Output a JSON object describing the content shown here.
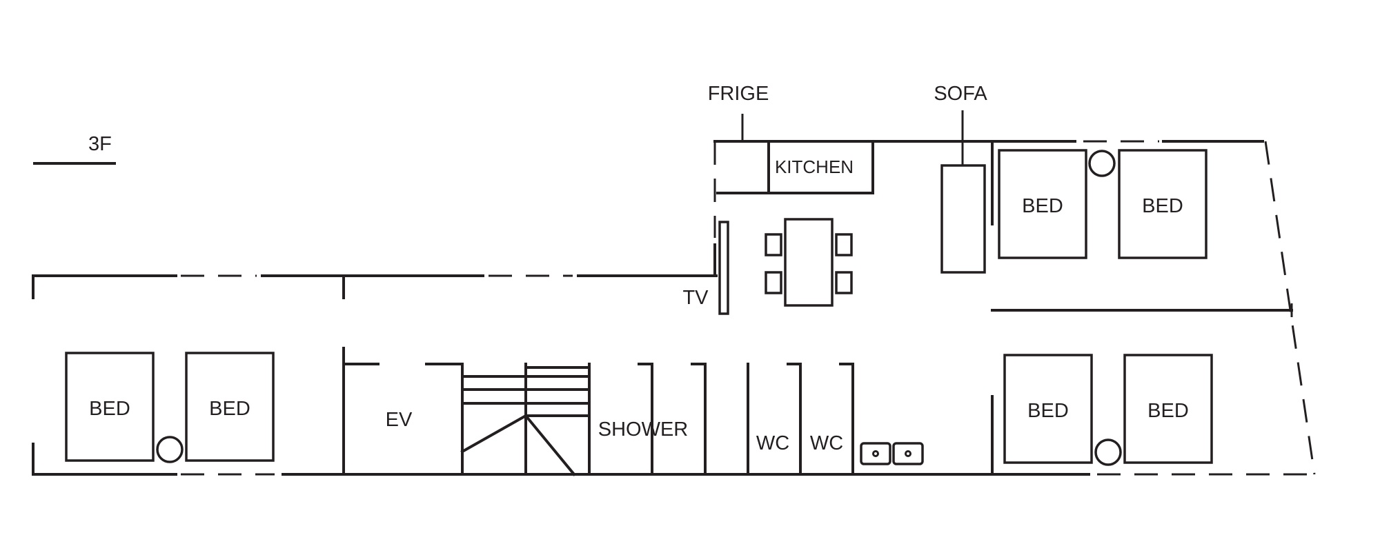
{
  "floor_label": "3F",
  "labels": {
    "frige": "FRIGE",
    "sofa": "SOFA",
    "kitchen": "KITCHEN",
    "tv": "TV",
    "ev": "EV",
    "shower": "SHOWER",
    "wc": "WC",
    "bed": "BED"
  },
  "colors": {
    "line": "#231f20",
    "background": "#ffffff"
  }
}
